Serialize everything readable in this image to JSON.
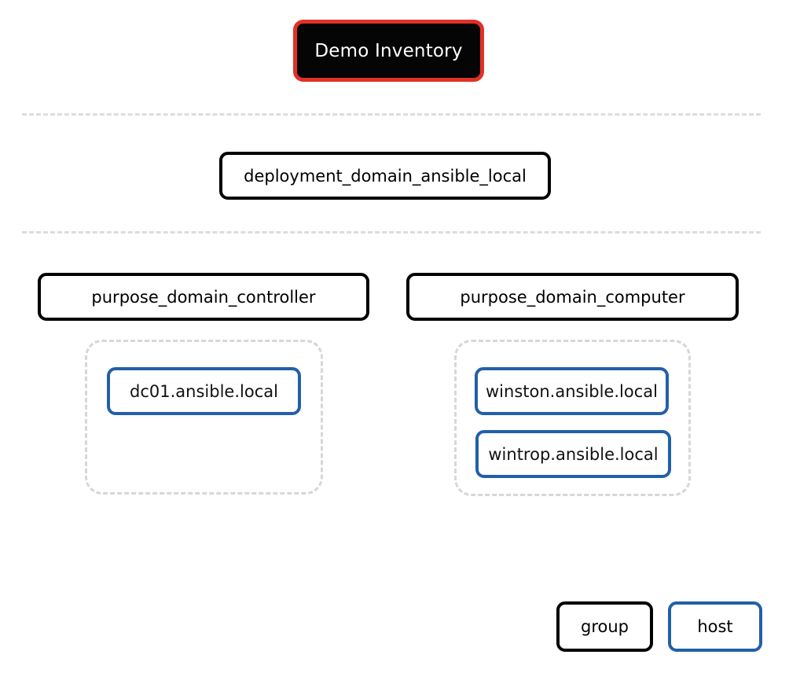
{
  "diagram": {
    "type": "inventory-tree",
    "background_color": "#ffffff",
    "root": {
      "label": "Demo Inventory",
      "kind": "root",
      "text_color": "#ffffff",
      "fill_color": "#050505",
      "border_color": "#e03127"
    },
    "separators": [
      {
        "name": "rank-separator-1",
        "color": "#dddddd",
        "style": "dashed"
      },
      {
        "name": "rank-separator-2",
        "color": "#dddddd",
        "style": "dashed"
      }
    ],
    "levels": [
      {
        "name": "deployment-level",
        "nodes": [
          {
            "label": "deployment_domain_ansible_local",
            "kind": "group",
            "border_color": "#000000"
          }
        ]
      },
      {
        "name": "purpose-level",
        "nodes": [
          {
            "label": "purpose_domain_controller",
            "kind": "group",
            "border_color": "#000000",
            "hosts": [
              {
                "label": "dc01.ansible.local",
                "kind": "host",
                "border_color": "#2260a8"
              }
            ]
          },
          {
            "label": "purpose_domain_computer",
            "kind": "group",
            "border_color": "#000000",
            "hosts": [
              {
                "label": "winston.ansible.local",
                "kind": "host",
                "border_color": "#2260a8"
              },
              {
                "label": "wintrop.ansible.local",
                "kind": "host",
                "border_color": "#2260a8"
              }
            ]
          }
        ]
      }
    ],
    "legend": {
      "items": [
        {
          "label": "group",
          "border_color": "#000000"
        },
        {
          "label": "host",
          "border_color": "#2260a8"
        }
      ]
    }
  }
}
